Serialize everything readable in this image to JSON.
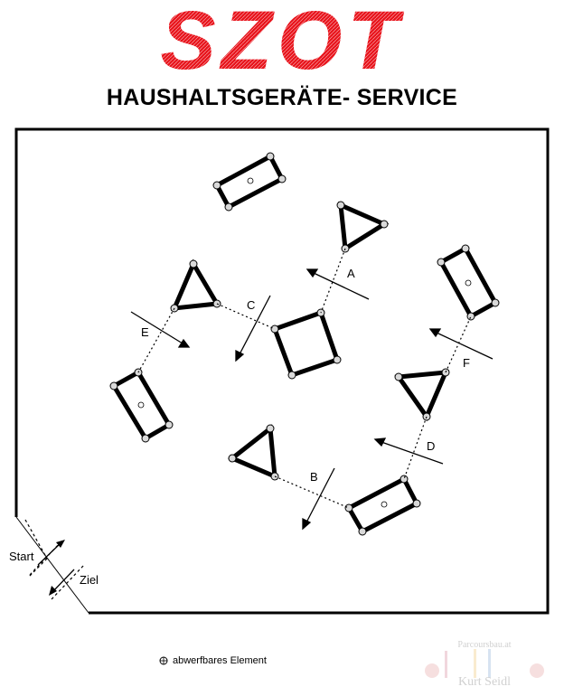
{
  "brand": {
    "logo_text": "SZOT"
  },
  "header": {
    "subtitle": "HAUSHALTSGERÄTE- SERVICE"
  },
  "course": {
    "markers": [
      "A",
      "B",
      "C",
      "D",
      "E",
      "F"
    ],
    "start_label": "Start",
    "finish_label": "Ziel"
  },
  "legend": {
    "text": "abwerfbares Element"
  },
  "watermark": {
    "line1": "Parcoursbau.at",
    "line2": "Kurt Seidl"
  },
  "colors": {
    "logo": "#e8141c",
    "line": "#000000",
    "pole": "#d9d9d9"
  }
}
